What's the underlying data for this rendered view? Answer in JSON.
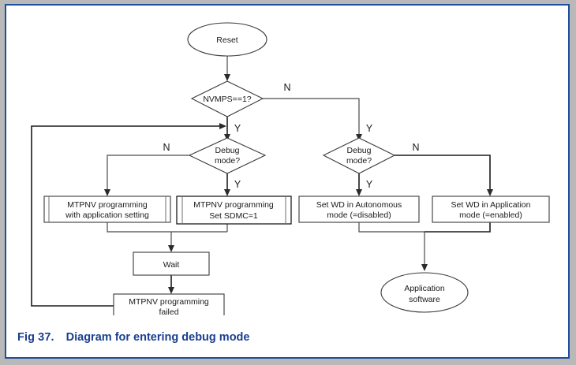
{
  "figure": {
    "caption_label": "Fig 37.",
    "caption_title": "Diagram for entering debug mode",
    "caption_color": "#1a3f8f",
    "frame_border_color": "#1f4e9c",
    "page_background": "#b9b9b9",
    "canvas_background": "#ffffff"
  },
  "diagram": {
    "type": "flowchart",
    "nodes": {
      "reset": {
        "label": "Reset",
        "shape": "ellipse"
      },
      "nvmps": {
        "label": "NVMPS==1?",
        "shape": "diamond"
      },
      "debug_left": {
        "line1": "Debug",
        "line2": "mode?",
        "shape": "diamond"
      },
      "debug_right": {
        "line1": "Debug",
        "line2": "mode?",
        "shape": "diamond"
      },
      "mtpnv_app": {
        "line1": "MTPNV programming",
        "line2": "with application setting",
        "shape": "subroutine"
      },
      "mtpnv_sdmc": {
        "line1": "MTPNV programming",
        "line2": "Set SDMC=1",
        "shape": "subroutine"
      },
      "wait": {
        "label": "Wait",
        "shape": "rect"
      },
      "mtpnv_failed": {
        "line1": "MTPNV programming",
        "line2": "failed",
        "shape": "rect"
      },
      "wd_autonomous": {
        "line1": "Set WD in Autonomous",
        "line2": "mode (=disabled)",
        "shape": "rect"
      },
      "wd_application": {
        "line1": "Set WD in Application",
        "line2": "mode (=enabled)",
        "shape": "rect"
      },
      "app_software": {
        "line1": "Application",
        "line2": "software",
        "shape": "ellipse"
      }
    },
    "branch_labels": {
      "nvmps_no": "N",
      "nvmps_yes": "Y",
      "debug_left_no": "N",
      "debug_left_yes": "Y",
      "debug_right_no": "N",
      "debug_right_yes": "Y"
    }
  }
}
